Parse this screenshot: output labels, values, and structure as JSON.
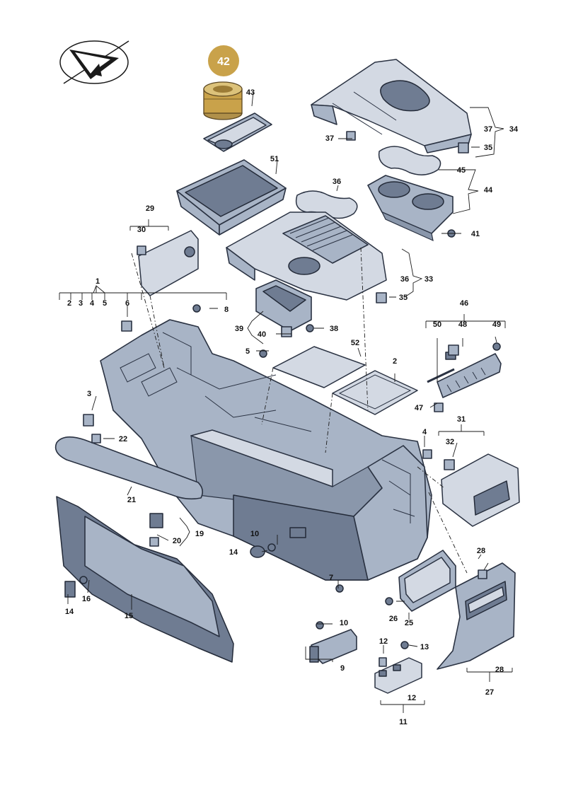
{
  "highlight": {
    "label": "42",
    "color": "#c9a24a"
  },
  "colors": {
    "part_fill": "#a8b4c6",
    "outline": "#2a3242",
    "text": "#111111"
  },
  "logo": {
    "icon": "paper-plane-logo-icon"
  },
  "labels": {
    "l1": "1",
    "l2a": "2",
    "l2b": "2",
    "l3": "3",
    "l4a": "4",
    "l4b": "4",
    "l5a": "5",
    "l5b": "5",
    "l6": "6",
    "l7": "7",
    "l8": "8",
    "l9": "9",
    "l10a": "10",
    "l10b": "10",
    "l11": "11",
    "l12a": "12",
    "l12b": "12",
    "l13": "13",
    "l14a": "14",
    "l14b": "14",
    "l15": "15",
    "l16": "16",
    "l19": "19",
    "l20": "20",
    "l21": "21",
    "l22": "22",
    "l25": "25",
    "l26": "26",
    "l27": "27",
    "l28a": "28",
    "l28b": "28",
    "l29": "29",
    "l30": "30",
    "l31": "31",
    "l32": "32",
    "l33": "33",
    "l34": "34",
    "l35a": "35",
    "l35b": "35",
    "l36a": "36",
    "l36b": "36",
    "l37a": "37",
    "l37b": "37",
    "l38": "38",
    "l39": "39",
    "l40": "40",
    "l41": "41",
    "l43": "43",
    "l44": "44",
    "l45": "45",
    "l46": "46",
    "l47": "47",
    "l48": "48",
    "l49": "49",
    "l50": "50",
    "l51": "51",
    "l52": "52"
  }
}
